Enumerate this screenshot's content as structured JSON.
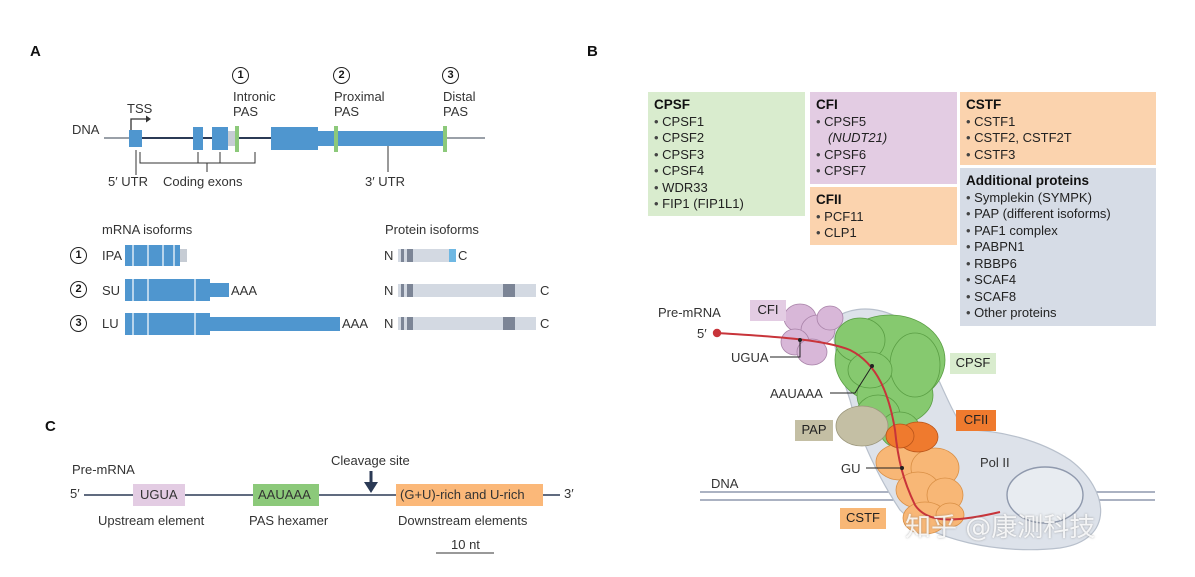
{
  "panels": {
    "a": "A",
    "b": "B",
    "c": "C"
  },
  "panel_a": {
    "dna_label": "DNA",
    "tss_label": "TSS",
    "sites": [
      {
        "num": "1",
        "line1": "Intronic",
        "line2": "PAS"
      },
      {
        "num": "2",
        "line1": "Proximal",
        "line2": "PAS"
      },
      {
        "num": "3",
        "line1": "Distal",
        "line2": "PAS"
      }
    ],
    "utr5_label": "5′ UTR",
    "coding_label": "Coding exons",
    "utr3_label": "3′ UTR",
    "mrna_header": "mRNA isoforms",
    "protein_header": "Protein isoforms",
    "isoforms": [
      {
        "num": "1",
        "name": "IPA",
        "tail": "",
        "n": "N",
        "c": "C"
      },
      {
        "num": "2",
        "name": "SU",
        "tail": "AAA",
        "n": "N",
        "c": "C"
      },
      {
        "num": "3",
        "name": "LU",
        "tail": "AAA",
        "n": "N",
        "c": "C"
      }
    ]
  },
  "panel_b": {
    "cpsf": {
      "title": "CPSF",
      "items": [
        "CPSF1",
        "CPSF2",
        "CPSF3",
        "CPSF4",
        "WDR33",
        "FIP1 (FIP1L1)"
      ]
    },
    "cfi": {
      "title": "CFI",
      "items": [
        "CPSF5",
        "(NUDT21)",
        "CPSF6",
        "CPSF7"
      ]
    },
    "cfii": {
      "title": "CFII",
      "items": [
        "PCF11",
        "CLP1"
      ]
    },
    "cstf": {
      "title": "CSTF",
      "items": [
        "CSTF1",
        "CSTF2, CSTF2T",
        "CSTF3"
      ]
    },
    "additional": {
      "title": "Additional proteins",
      "items": [
        "Symplekin (SYMPK)",
        "PAP (different isoforms)",
        "PAF1 complex",
        "PABPN1",
        "RBBP6",
        "SCAF4",
        "SCAF8",
        "Other proteins"
      ]
    },
    "pre_mrna_label": "Pre-mRNA",
    "five_prime": "5′",
    "ugua": "UGUA",
    "aauaaa": "AAUAAA",
    "gu": "GU",
    "dna_label": "DNA",
    "tags": {
      "cfi": "CFI",
      "cpsf": "CPSF",
      "pap": "PAP",
      "cfii": "CFII",
      "cstf": "CSTF",
      "pol2": "Pol II"
    },
    "watermark": "知乎 @康测科技"
  },
  "panel_c": {
    "pre_mrna_label": "Pre-mRNA",
    "five_prime": "5′",
    "three_prime": "3′",
    "cleavage_label": "Cleavage site",
    "ugua": "UGUA",
    "aauaaa": "AAUAAA",
    "downstream_box": "(G+U)-rich and U-rich",
    "upstream_label": "Upstream element",
    "pas_label": "PAS hexamer",
    "downstream_label": "Downstream elements",
    "scale_label": "10 nt"
  },
  "colors": {
    "exon_blue": "#4f96cf",
    "pas_green": "#8cc97a",
    "cpsf_green": "#d9ecce",
    "cfi_purple": "#e3cce3",
    "orange_box": "#fbd3ae",
    "gray_box": "#d6dce6",
    "protein_gray": "#d3d9e2"
  }
}
